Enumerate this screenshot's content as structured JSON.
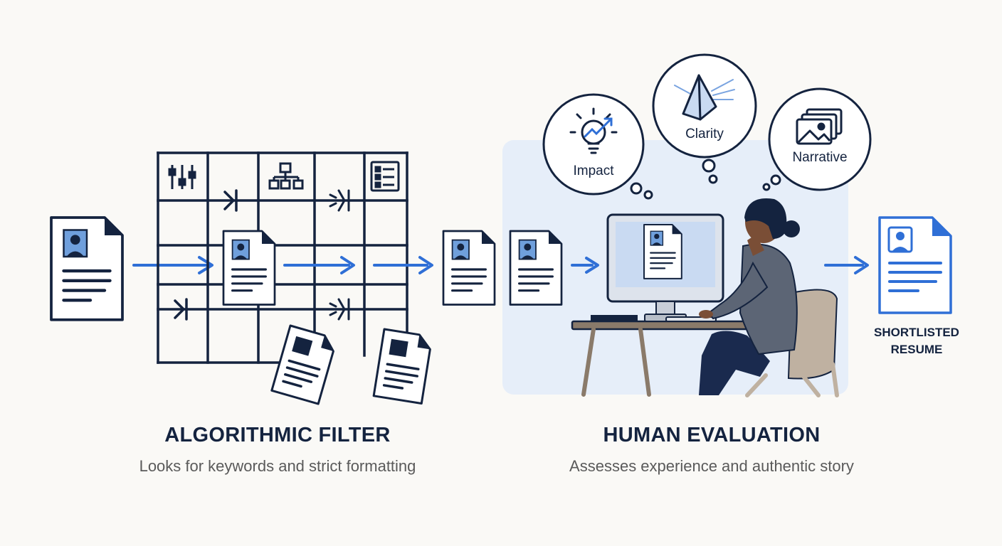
{
  "colors": {
    "navy": "#14233f",
    "blue": "#2f6fd6",
    "panel": "#e6eef9",
    "chair": "#bfb1a1"
  },
  "bubbles": [
    {
      "label": "Impact",
      "icon": "lightbulb-growth-icon"
    },
    {
      "label": "Clarity",
      "icon": "prism-icon"
    },
    {
      "label": "Narrative",
      "icon": "image-stack-icon"
    }
  ],
  "left_section": {
    "title": "ALGORITHMIC FILTER",
    "subtitle": "Looks for keywords and strict formatting"
  },
  "right_section": {
    "title": "HUMAN EVALUATION",
    "subtitle": "Assesses experience and authentic story"
  },
  "result": {
    "line1": "SHORTLISTED",
    "line2": "RESUME"
  }
}
